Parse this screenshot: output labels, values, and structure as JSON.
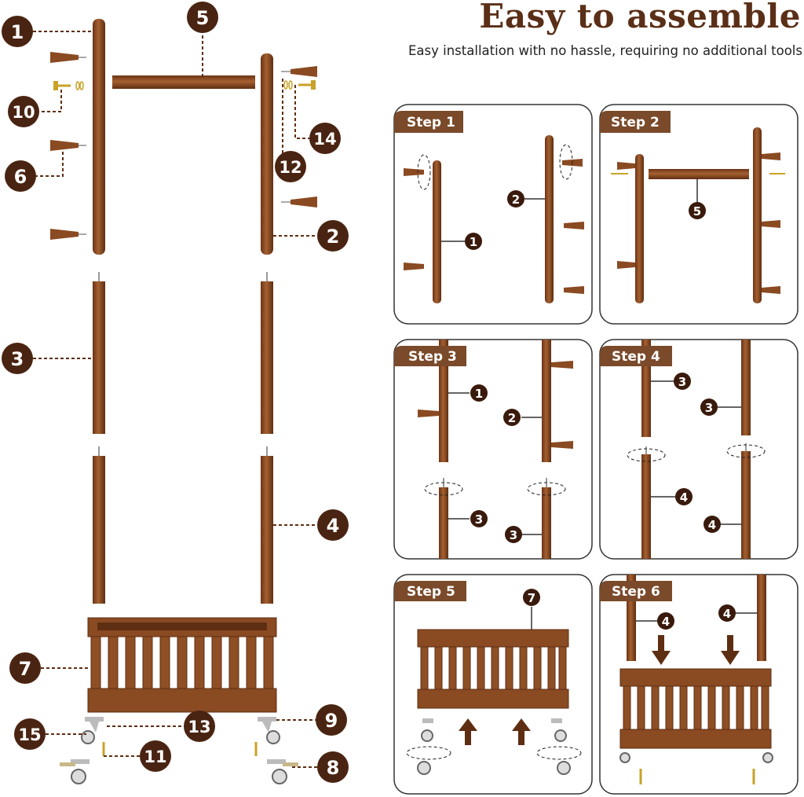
{
  "header": {
    "title": "Easy to assemble",
    "subtitle": "Easy installation with no hassle, requiring no additional tools"
  },
  "parts": {
    "p1": "1",
    "p2": "2",
    "p3": "3",
    "p4": "4",
    "p5": "5",
    "p6": "6",
    "p7": "7",
    "p8": "8",
    "p9": "9",
    "p10": "10",
    "p11": "11",
    "p12": "12",
    "p13": "13",
    "p14": "14",
    "p15": "15"
  },
  "steps": [
    {
      "label": "Step 1",
      "parts": [
        "1",
        "2"
      ]
    },
    {
      "label": "Step 2",
      "parts": [
        "5"
      ]
    },
    {
      "label": "Step 3",
      "parts": [
        "1",
        "2",
        "3",
        "3"
      ]
    },
    {
      "label": "Step 4",
      "parts": [
        "3",
        "3",
        "4",
        "4"
      ]
    },
    {
      "label": "Step 5",
      "parts": [
        "7"
      ]
    },
    {
      "label": "Step 6",
      "parts": [
        "4",
        "4"
      ]
    }
  ],
  "colors": {
    "wood": "#8a4a22",
    "wood_dark": "#5e2e12",
    "badge": "#4a2412",
    "step_tag": "#7a4a2a",
    "panel_border": "#333333"
  }
}
